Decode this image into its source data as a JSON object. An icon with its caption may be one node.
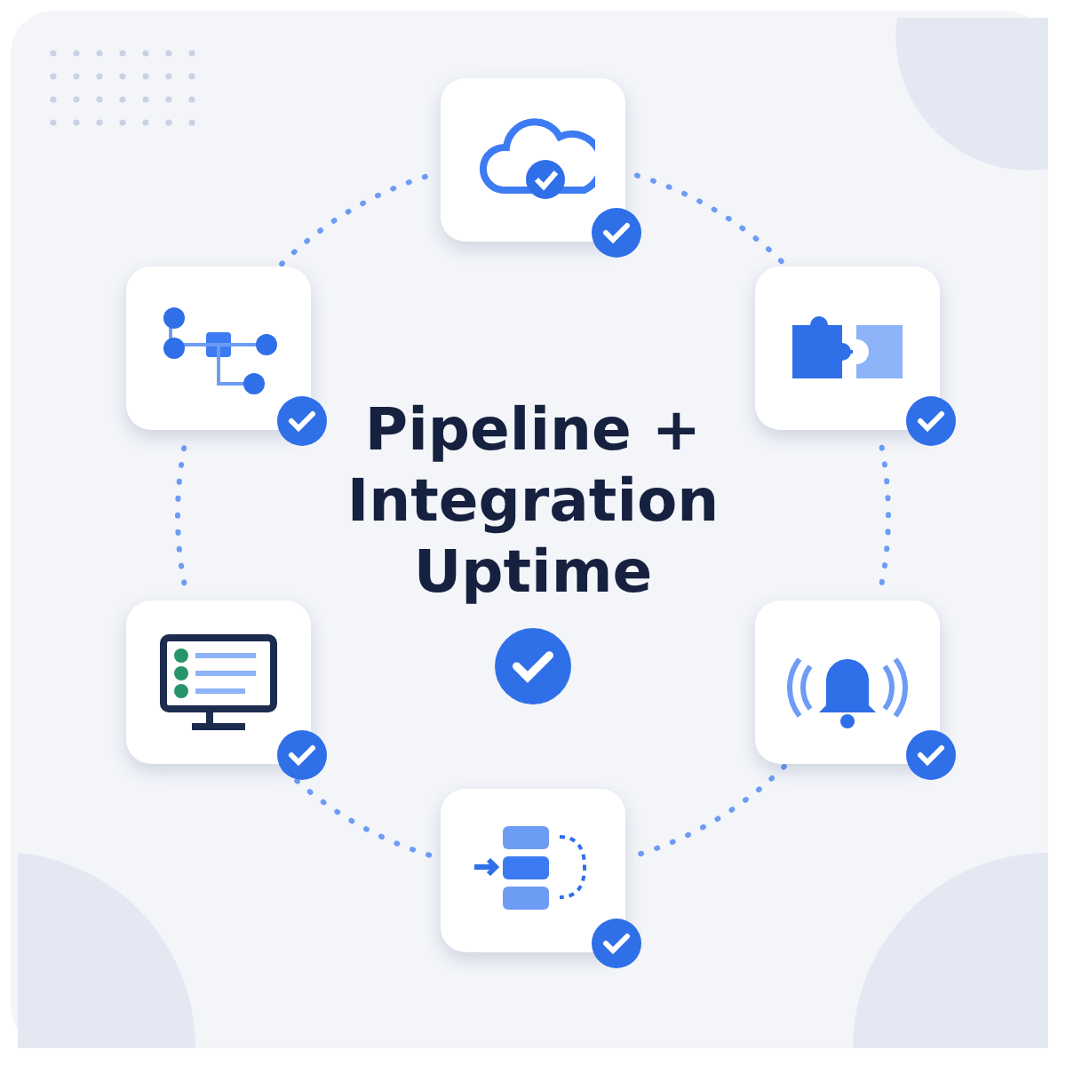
{
  "diagram": {
    "title": "Pipeline + Integration Uptime",
    "nodes": [
      {
        "text": [],
        "shape": "picture"
      },
      {
        "text": [],
        "shape": "picture"
      },
      {
        "text": [],
        "shape": "picture"
      },
      {
        "text": [],
        "shape": "picture"
      },
      {
        "text": [],
        "shape": "picture"
      },
      {
        "text": [],
        "shape": "picture"
      }
    ],
    "edges": [
      {
        "from": 0,
        "to": 2,
        "arrow": "none",
        "style": "dashed"
      },
      {
        "from": 2,
        "to": 4,
        "arrow": "none",
        "style": "dashed"
      },
      {
        "from": 4,
        "to": 5,
        "arrow": "none",
        "style": "dashed"
      },
      {
        "from": 5,
        "to": 3,
        "arrow": "none",
        "style": "dashed"
      },
      {
        "from": 3,
        "to": 1,
        "arrow": "none",
        "style": "dashed"
      },
      {
        "from": 1,
        "to": 0,
        "arrow": "none",
        "style": "dashed"
      }
    ]
  }
}
